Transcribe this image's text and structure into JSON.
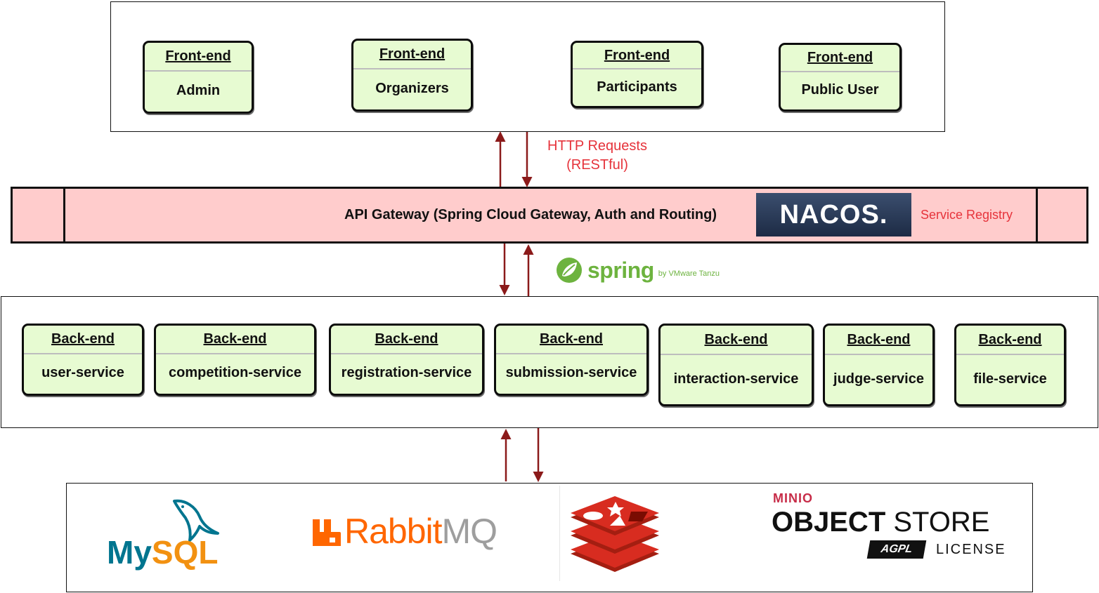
{
  "diagram": {
    "frontend": [
      {
        "head": "Front-end",
        "label": "Admin"
      },
      {
        "head": "Front-end",
        "label": "Organizers"
      },
      {
        "head": "Front-end",
        "label": "Participants"
      },
      {
        "head": "Front-end",
        "label": "Public User"
      }
    ],
    "http_label": {
      "line1": "HTTP Requests",
      "line2": "(RESTful)"
    },
    "gateway": {
      "label": "API Gateway (Spring Cloud Gateway, Auth and Routing)",
      "nacos": "NACOS.",
      "registry": "Service Registry"
    },
    "spring": {
      "word": "spring",
      "sub": "by VMware Tanzu"
    },
    "backend": [
      {
        "head": "Back-end",
        "label": "user-service"
      },
      {
        "head": "Back-end",
        "label": "competition-service"
      },
      {
        "head": "Back-end",
        "label": "registration-service"
      },
      {
        "head": "Back-end",
        "label": "submission-service"
      },
      {
        "head": "Back-end",
        "label": "interaction-service"
      },
      {
        "head": "Back-end",
        "label": "judge-service"
      },
      {
        "head": "Back-end",
        "label": "file-service"
      }
    ],
    "storage": {
      "mysql_my": "My",
      "mysql_sql": "SQL",
      "rabbit_a": "Rabbit",
      "rabbit_b": "MQ",
      "minio": "MINIO",
      "objstore_a": "OBJECT",
      "objstore_b": " STORE",
      "agpl": "AGPL",
      "license": "LICENSE"
    },
    "colors": {
      "node_fill": "#e7fbd2",
      "gateway_fill": "#ffcccc",
      "arrow": "#8b1a1a",
      "accent_red": "#e6333b"
    }
  }
}
